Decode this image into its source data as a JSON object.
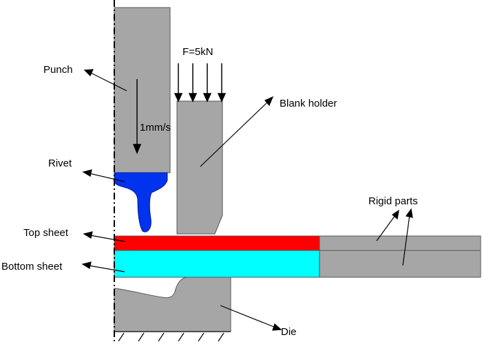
{
  "diagram": {
    "labels": {
      "punch": "Punch",
      "force": "F=5kN",
      "blank_holder": "Blank holder",
      "speed": "1mm/s",
      "rivet": "Rivet",
      "rigid_parts": "Rigid parts",
      "top_sheet": "Top sheet",
      "bottom_sheet": "Bottom sheet",
      "die": "Die"
    },
    "colors": {
      "rigid_gray": "#a6a6a6",
      "rivet_blue": "#0033ee",
      "top_sheet_red": "#ff0000",
      "bottom_sheet_cyan": "#00ffff",
      "outline": "#555555"
    }
  }
}
